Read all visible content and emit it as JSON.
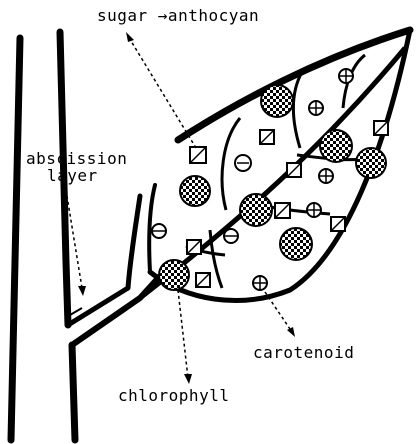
{
  "labels": {
    "sugar_arrow": "sugar →anthocyan",
    "abscission_line1": "abscission",
    "abscission_line2": "layer",
    "carotenoid": "carotenoid",
    "chlorophyll": "chlorophyll"
  }
}
